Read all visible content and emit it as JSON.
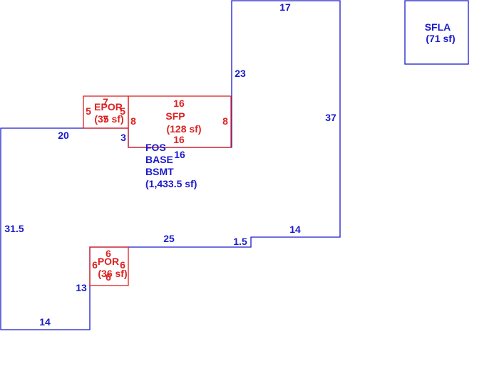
{
  "colors": {
    "living_area": "#1a1acc",
    "exterior": "#dd2222",
    "background": "#ffffff"
  },
  "sfla_box": {
    "name": "SFLA",
    "area": "(71 sf)"
  },
  "main_area": {
    "label_lines": [
      "FOS",
      "BASE",
      "BSMT",
      "(1,433.5 sf)"
    ],
    "dimensions": {
      "top_right": "17",
      "right_upper_left": "23",
      "right_outer": "37",
      "step_bottom": "14",
      "step_jog": "1.5",
      "lower_top": "25",
      "lower_left": "13",
      "bottom": "14",
      "left": "31.5",
      "upper_left_top": "20",
      "notch": "3",
      "sfp_bottom": "16"
    }
  },
  "sfp": {
    "name": "SFP",
    "area": "(128 sf)",
    "dims": {
      "top": "16",
      "right": "8",
      "left": "8",
      "bottom": "16"
    }
  },
  "epor": {
    "name": "EPOR",
    "area": "(35 sf)",
    "dims": {
      "top": "7",
      "left": "5",
      "right": "5",
      "bottom": "7"
    }
  },
  "por": {
    "name": "POR",
    "area": "(36 sf)",
    "dims": {
      "top": "6",
      "left": "6",
      "right": "6",
      "bottom": "6"
    }
  }
}
